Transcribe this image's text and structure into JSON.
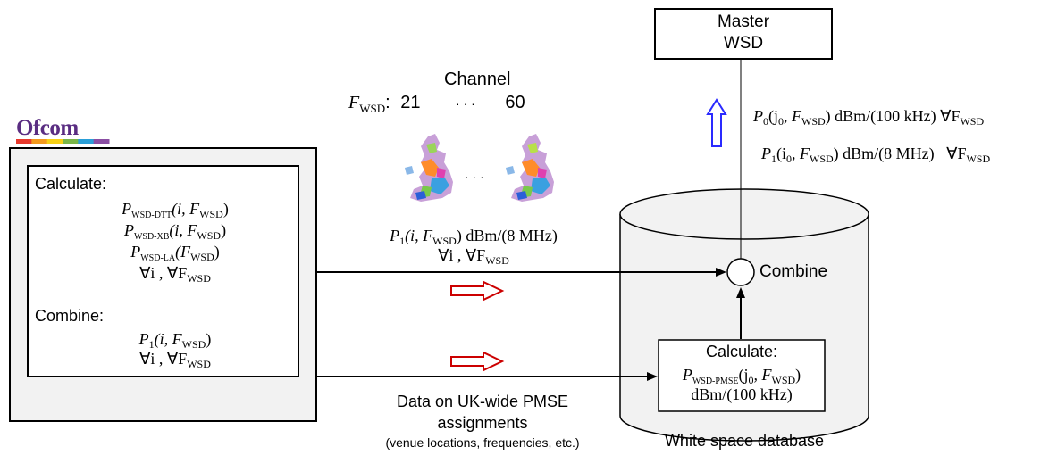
{
  "colors": {
    "ofcom_text": "#5a2d82",
    "ofcom_stripe": [
      "#e7392d",
      "#f39a1e",
      "#f7d117",
      "#7ab648",
      "#2a9fd8",
      "#8a4ea3"
    ],
    "up_arrow": "#2a2aff",
    "right_arrow": "#cc0000",
    "panel_fill": "#f2f2f2",
    "db_fill": "#f2f2f2"
  },
  "ofcom": {
    "logo_text": "Ofcom",
    "calculate_label": "Calculate:",
    "calc_lines": [
      {
        "sym": "P",
        "sub": "WSD-DTT",
        "args": "(i, F",
        "argsub": "WSD",
        "tail": ")"
      },
      {
        "sym": "P",
        "sub": "WSD-XB",
        "args": "(i, F",
        "argsub": "WSD",
        "tail": ")"
      },
      {
        "sym": "P",
        "sub": "WSD-LA",
        "args": "(F",
        "argsub": "WSD",
        "tail": ")"
      }
    ],
    "forall_1": {
      "pre": "∀i , ∀F",
      "sub": "WSD"
    },
    "combine_label": "Combine:",
    "combine_line": {
      "sym": "P",
      "sub": "1",
      "args": "(i, F",
      "argsub": "WSD",
      "tail": ")"
    },
    "forall_2": {
      "pre": "∀i , ∀F",
      "sub": "WSD"
    }
  },
  "channel": {
    "title": "Channel",
    "f_sym": "F",
    "f_sub": "WSD",
    "colon": ":",
    "first": "21",
    "ellipsis": "· · ·",
    "last": "60",
    "map_ellipsis": "· · ·",
    "map_icon_left": "uk-coverage-map-icon",
    "map_icon_right": "uk-coverage-map-icon"
  },
  "p1_label": {
    "sym": "P",
    "sub": "1",
    "args": "(i, F",
    "argsub": "WSD",
    "tail": ") dBm/(8 MHz)",
    "forall": "∀i , ∀F",
    "forall_sub": "WSD"
  },
  "pmse_data": {
    "line1": "Data on UK-wide PMSE",
    "line2": "assignments",
    "line3": "(venue locations, frequencies, etc.)"
  },
  "database": {
    "combine_label": "Combine",
    "calculate_label": "Calculate:",
    "calc_sym": "P",
    "calc_sub": "WSD-PMSE",
    "calc_args": "(j",
    "calc_j_sub": "0",
    "calc_mid": ", F",
    "calc_argsub": "WSD",
    "calc_tail": ")",
    "calc_units": "dBm/(100 kHz)",
    "caption": "White space database"
  },
  "master": {
    "line1": "Master",
    "line2": "WSD"
  },
  "output": {
    "line1": {
      "sym": "P",
      "sub": "0",
      "args": "(j",
      "jsub": "0",
      "mid": ", F",
      "argsub": "WSD",
      "tail": ") dBm/(100 kHz) ∀F",
      "tailsub": "WSD"
    },
    "line2": {
      "sym": "P",
      "sub": "1",
      "args": "(i",
      "jsub": "0",
      "mid": ", F",
      "argsub": "WSD",
      "tail": ") dBm/(8 MHz)   ∀F",
      "tailsub": "WSD"
    }
  }
}
